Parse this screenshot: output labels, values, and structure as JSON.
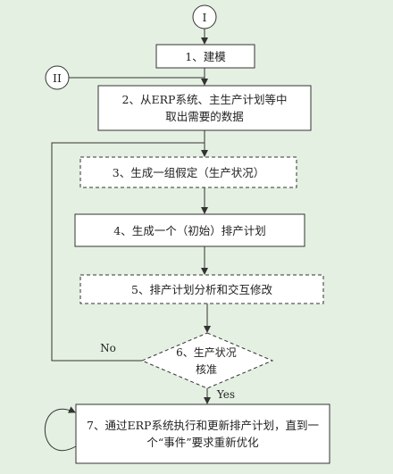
{
  "connectors": {
    "top": "I",
    "left": "II"
  },
  "steps": [
    {
      "text": "1、建模"
    },
    {
      "text": "2、从ERP系统、主生产计划等中 取出需要的数据"
    },
    {
      "text": "3、生成一组假定（生产状况）"
    },
    {
      "text": "4、生成一个（初始）排产计划"
    },
    {
      "text": "5、排产计划分析和交互修改"
    },
    {
      "text": "7、通过ERP系统执行和更新排产计划，直到一个“事件”要求重新优化"
    }
  ],
  "decision": {
    "text": "6、生产状况核准",
    "no_label": "No",
    "yes_label": "Yes"
  },
  "colors": {
    "background": "#e4f0e2",
    "box_fill": "#ffffff",
    "line": "#333333"
  }
}
